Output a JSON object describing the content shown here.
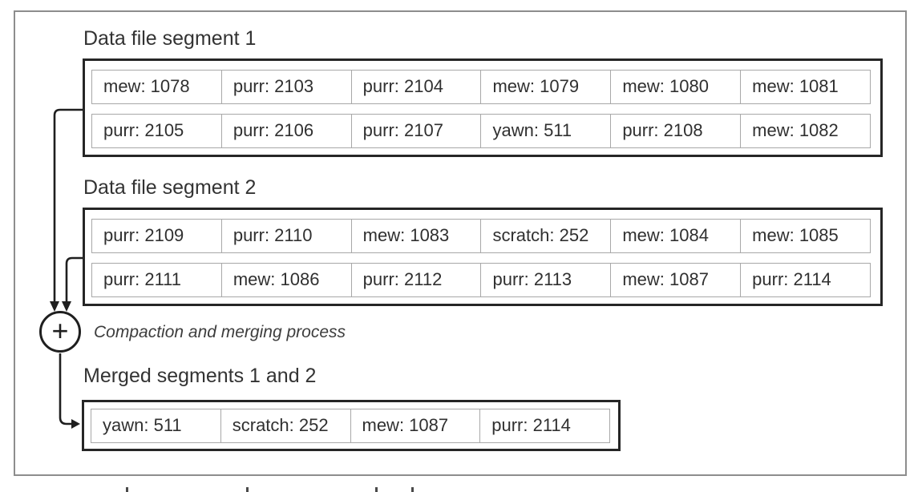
{
  "colors": {
    "background": "#ffffff",
    "frame_border": "#8d8d8d",
    "box_border": "#262626",
    "cell_border": "#a8a8a8",
    "text": "#303030",
    "arrow": "#1f1f1f"
  },
  "figure": {
    "segment1": {
      "title": "Data file segment 1",
      "rows": [
        [
          "mew: 1078",
          "purr: 2103",
          "purr: 2104",
          "mew: 1079",
          "mew: 1080",
          "mew: 1081"
        ],
        [
          "purr: 2105",
          "purr: 2106",
          "purr: 2107",
          "yawn: 511",
          "purr: 2108",
          "mew: 1082"
        ]
      ]
    },
    "segment2": {
      "title": "Data file segment 2",
      "rows": [
        [
          "purr: 2109",
          "purr: 2110",
          "mew: 1083",
          "scratch: 252",
          "mew: 1084",
          "mew: 1085"
        ],
        [
          "purr: 2111",
          "mew: 1086",
          "purr: 2112",
          "purr: 2113",
          "mew: 1087",
          "purr: 2114"
        ]
      ]
    },
    "merge": {
      "plus_symbol": "+",
      "label": "Compaction and merging process"
    },
    "merged": {
      "title": "Merged segments 1 and 2",
      "rows": [
        [
          "yawn: 511",
          "scratch: 252",
          "mew: 1087",
          "purr: 2114"
        ]
      ]
    }
  }
}
